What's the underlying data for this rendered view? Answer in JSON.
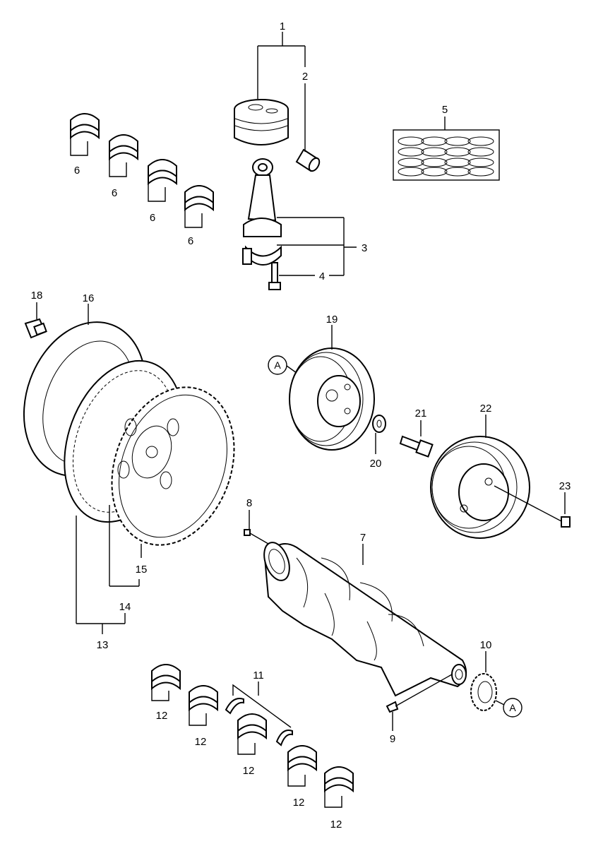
{
  "parts": [
    {
      "label": "1"
    },
    {
      "label": "2"
    },
    {
      "label": "3"
    },
    {
      "label": "4"
    },
    {
      "label": "5"
    },
    {
      "label": "6"
    },
    {
      "label": "6"
    },
    {
      "label": "6"
    },
    {
      "label": "6"
    },
    {
      "label": "7"
    },
    {
      "label": "8"
    },
    {
      "label": "9"
    },
    {
      "label": "10"
    },
    {
      "label": "11"
    },
    {
      "label": "12"
    },
    {
      "label": "12"
    },
    {
      "label": "12"
    },
    {
      "label": "12"
    },
    {
      "label": "12"
    },
    {
      "label": "13"
    },
    {
      "label": "14"
    },
    {
      "label": "15"
    },
    {
      "label": "16"
    },
    {
      "label": "18"
    },
    {
      "label": "19"
    },
    {
      "label": "20"
    },
    {
      "label": "21"
    },
    {
      "label": "22"
    },
    {
      "label": "23"
    }
  ],
  "refs": [
    {
      "label": "A"
    },
    {
      "label": "A"
    }
  ]
}
